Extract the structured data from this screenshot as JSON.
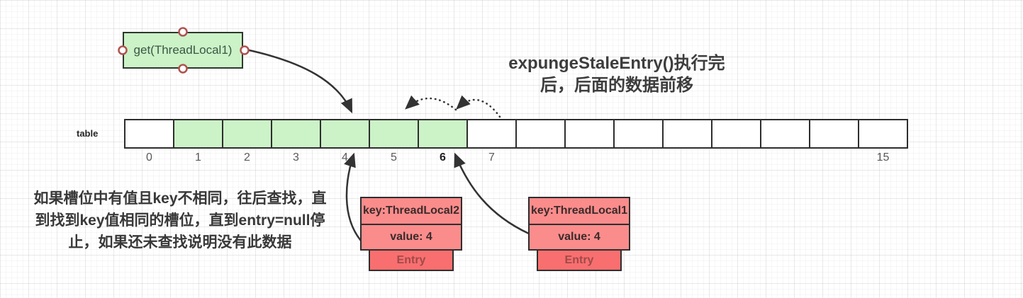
{
  "headline": {
    "line1": "expungeStaleEntry()执行完",
    "line2": "后，后面的数据前移"
  },
  "get_box": {
    "label": "get(ThreadLocal1)"
  },
  "table": {
    "label": "table",
    "cells": [
      {
        "index": 0,
        "label": "0",
        "filled": false,
        "bold": false
      },
      {
        "index": 1,
        "label": "1",
        "filled": true,
        "bold": false
      },
      {
        "index": 2,
        "label": "2",
        "filled": true,
        "bold": false
      },
      {
        "index": 3,
        "label": "3",
        "filled": true,
        "bold": false
      },
      {
        "index": 4,
        "label": "4",
        "filled": true,
        "bold": false
      },
      {
        "index": 5,
        "label": "5",
        "filled": true,
        "bold": false
      },
      {
        "index": 6,
        "label": "6",
        "filled": true,
        "bold": true
      },
      {
        "index": 7,
        "label": "7",
        "filled": false,
        "bold": false
      },
      {
        "index": 8,
        "label": "",
        "filled": false,
        "bold": false
      },
      {
        "index": 9,
        "label": "",
        "filled": false,
        "bold": false
      },
      {
        "index": 10,
        "label": "",
        "filled": false,
        "bold": false
      },
      {
        "index": 11,
        "label": "",
        "filled": false,
        "bold": false
      },
      {
        "index": 12,
        "label": "",
        "filled": false,
        "bold": false
      },
      {
        "index": 13,
        "label": "",
        "filled": false,
        "bold": false
      },
      {
        "index": 14,
        "label": "",
        "filled": false,
        "bold": false
      },
      {
        "index": 15,
        "label": "15",
        "filled": false,
        "bold": false
      }
    ]
  },
  "note": {
    "line1": "如果槽位中有值且key不相同，往后查找，直",
    "line2": "到找到key值相同的槽位，直到entry=null停",
    "line3": "止，如果还未查找说明没有此数据"
  },
  "entries": [
    {
      "key": "key:ThreadLocal2",
      "value": "value: 4",
      "tag": "Entry"
    },
    {
      "key": "key:ThreadLocal1",
      "value": "value: 4",
      "tag": "Entry"
    }
  ],
  "colors": {
    "slot_green": "#ccf2c8",
    "entry_pink": "#fb8c8c",
    "entry_red": "#f96f6f",
    "shape_border": "#2e2e2e",
    "arrow": "#333333",
    "handle_ring": "#b0524e"
  }
}
